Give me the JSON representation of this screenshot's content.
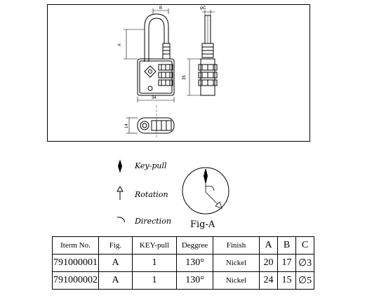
{
  "drawing": {
    "dim_labels": [
      "B",
      "A",
      "φC",
      "35",
      "34",
      "14"
    ]
  },
  "legend": {
    "key_pull": "Key-pull",
    "rotation": "Rotation",
    "direction": "Direction",
    "figure_label": "Fig-A"
  },
  "table": {
    "headers": [
      "Iterm No.",
      "Fig.",
      "KEY-pull",
      "Deggree",
      "Finish",
      "A",
      "B",
      "C"
    ],
    "rows": [
      [
        "791000001",
        "A",
        "1",
        "130°",
        "Nickel",
        "20",
        "17",
        "∅3"
      ],
      [
        "791000002",
        "A",
        "1",
        "130°",
        "Nickel",
        "24",
        "15",
        "∅5"
      ]
    ]
  }
}
